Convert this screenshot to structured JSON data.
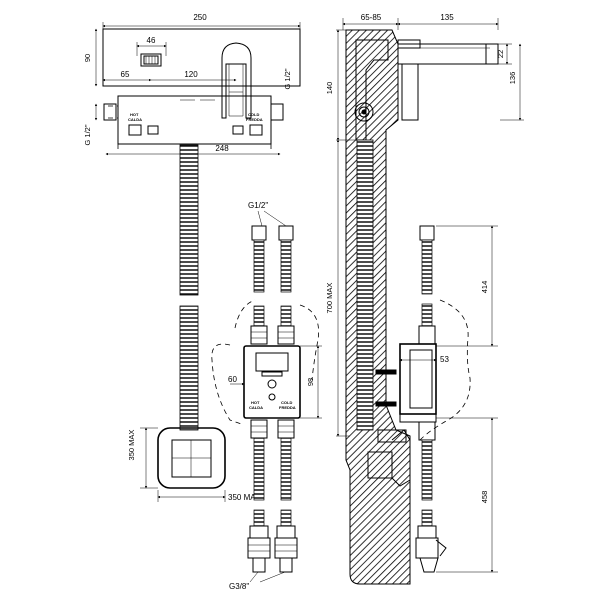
{
  "front_view": {
    "width_total": "250",
    "plate_width": "46",
    "height_top": "90",
    "offset_left": "65",
    "spout_offset": "120",
    "thread_right": "G 1/2\"",
    "thread_left": "G 1/2\"",
    "width_bottom": "248",
    "hot_label_1": "HOT",
    "hot_label_2": "CALDA",
    "cold_label_1": "COLD",
    "cold_label_2": "FREDDA"
  },
  "valve_view": {
    "thread_top": "G1/2\"",
    "thread_bottom": "G3/8\"",
    "width": "60",
    "height": "98",
    "hot_label_1": "HOT",
    "hot_label_2": "CALDA",
    "cold_label_1": "COLD",
    "cold_label_2": "FREDDA",
    "niche_width": "350 MAX",
    "niche_height": "350 MAX"
  },
  "side_view": {
    "wall_depth": "65-85",
    "spout_length": "135",
    "spout_height": "22",
    "spout_drop": "136",
    "height_140": "140",
    "height_700": "700 MAX",
    "dist_414": "414",
    "valve_depth": "53",
    "dist_458": "458"
  }
}
